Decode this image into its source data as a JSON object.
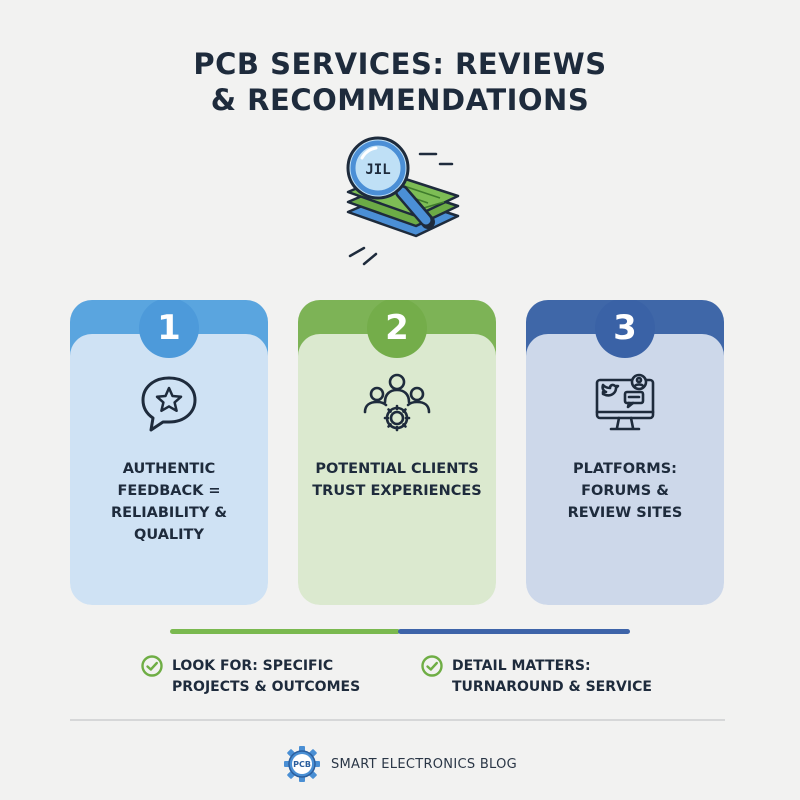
{
  "title": {
    "line1": "PCB SERVICES: REVIEWS",
    "line2": "& RECOMMENDATIONS"
  },
  "hero": {
    "icon": "magnifier-over-circuit-boards-icon",
    "board_text": "JIL"
  },
  "cards": [
    {
      "number": "1",
      "icon": "chat-bubble-star-icon",
      "lines": [
        "AUTHENTIC",
        "FEEDBACK =",
        "RELIABILITY &",
        "QUALITY"
      ],
      "accent": "#5aa5df",
      "fill": "#cfe2f4"
    },
    {
      "number": "2",
      "icon": "people-gear-icon",
      "lines": [
        "POTENTIAL CLIENTS",
        "TRUST EXPERIENCES"
      ],
      "accent": "#7db356",
      "fill": "#dbe9cf"
    },
    {
      "number": "3",
      "icon": "monitor-social-icon",
      "lines": [
        "PLATFORMS:",
        "FORUMS &",
        "REVIEW SITES"
      ],
      "accent": "#3f67a8",
      "fill": "#cdd8ea"
    }
  ],
  "tips": [
    {
      "icon": "check-circle-icon",
      "line1": "LOOK FOR: SPECIFIC",
      "line2": "PROJECTS & OUTCOMES"
    },
    {
      "icon": "check-circle-icon",
      "line1": "DETAIL MATTERS:",
      "line2": "TURNAROUND & SERVICE"
    }
  ],
  "footer": {
    "logo_icon": "pcb-gear-logo-icon",
    "logo_text": "PCB",
    "brand": "SMART ELECTRONICS BLOG"
  }
}
